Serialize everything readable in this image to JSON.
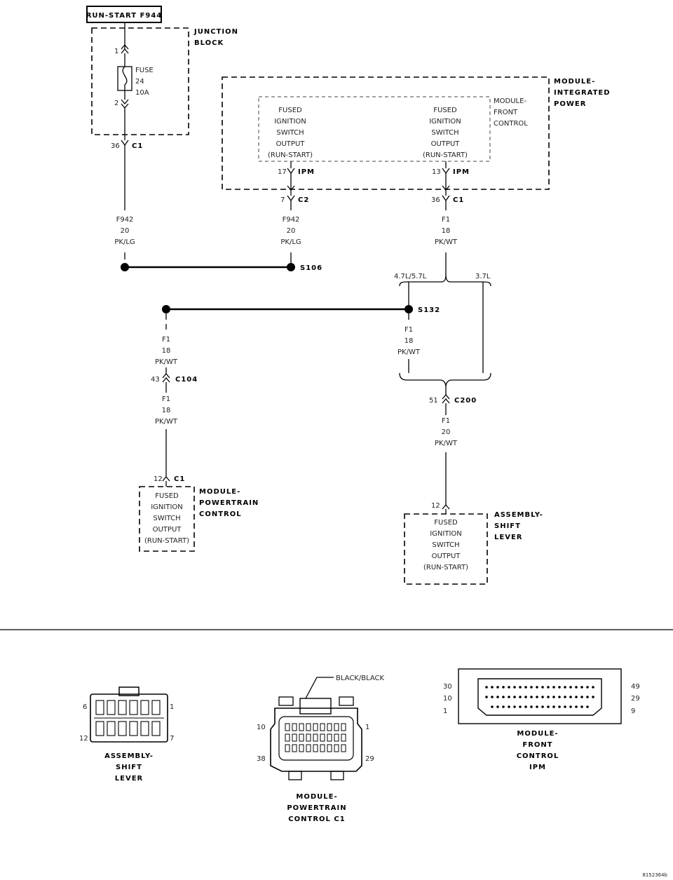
{
  "diagram": {
    "circuit_label": "RUN-START F944",
    "junction_block": {
      "label1": "JUNCTION",
      "label2": "BLOCK",
      "pin_top": "1",
      "pin_bottom": "2",
      "fuse": {
        "name": "FUSE",
        "number": "24",
        "rating": "10A"
      }
    },
    "jb_connector": {
      "pin": "36",
      "name": "C1"
    },
    "mip": {
      "label1": "MODULE-",
      "label2": "INTEGRATED",
      "label3": "POWER"
    },
    "mfc": {
      "label1": "MODULE-",
      "label2": "FRONT",
      "label3": "CONTROL"
    },
    "output_lines": [
      "FUSED",
      "IGNITION",
      "SWITCH",
      "OUTPUT",
      "(RUN-START)"
    ],
    "ipm_left": {
      "pin": "17",
      "name": "IPM"
    },
    "ipm_right": {
      "pin": "13",
      "name": "IPM"
    },
    "c2": {
      "pin": "7",
      "name": "C2"
    },
    "c1_right": {
      "pin": "36",
      "name": "C1"
    },
    "wire_f942_a": {
      "circuit": "F942",
      "gauge": "20",
      "color": "PK/LG"
    },
    "wire_f942_b": {
      "circuit": "F942",
      "gauge": "20",
      "color": "PK/LG"
    },
    "wire_f1_a": {
      "circuit": "F1",
      "gauge": "18",
      "color": "PK/WT"
    },
    "splice_s106": "S106",
    "engine_left": "4.7L/5.7L",
    "engine_right": "3.7L",
    "splice_s132": "S132",
    "wire_f1_b": {
      "circuit": "F1",
      "gauge": "18",
      "color": "PK/WT"
    },
    "wire_f1_c": {
      "circuit": "F1",
      "gauge": "18",
      "color": "PK/WT"
    },
    "c104": {
      "pin": "43",
      "name": "C104"
    },
    "wire_f1_d": {
      "circuit": "F1",
      "gauge": "18",
      "color": "PK/WT"
    },
    "pcm_conn": {
      "pin": "12",
      "name": "C1"
    },
    "pcm": {
      "label1": "MODULE-",
      "label2": "POWERTRAIN",
      "label3": "CONTROL"
    },
    "c200": {
      "pin": "51",
      "name": "C200"
    },
    "wire_f1_e": {
      "circuit": "F1",
      "gauge": "20",
      "color": "PK/WT"
    },
    "shift_conn_pin": "12",
    "shift": {
      "label1": "ASSEMBLY-",
      "label2": "SHIFT",
      "label3": "LEVER"
    }
  },
  "connectors": {
    "shift_lever": {
      "pins": [
        "6",
        "1",
        "12",
        "7"
      ],
      "label1": "ASSEMBLY-",
      "label2": "SHIFT",
      "label3": "LEVER"
    },
    "pcm_c1": {
      "callout": "BLACK/BLACK",
      "pins": [
        "10",
        "1",
        "38",
        "29"
      ],
      "label1": "MODULE-",
      "label2": "POWERTRAIN",
      "label3": "CONTROL C1"
    },
    "fcm_ipm": {
      "pins": [
        "30",
        "49",
        "10",
        "29",
        "1",
        "9"
      ],
      "label1": "MODULE-",
      "label2": "FRONT",
      "label3": "CONTROL",
      "label4": "IPM"
    }
  },
  "figure_id": "8152364b"
}
